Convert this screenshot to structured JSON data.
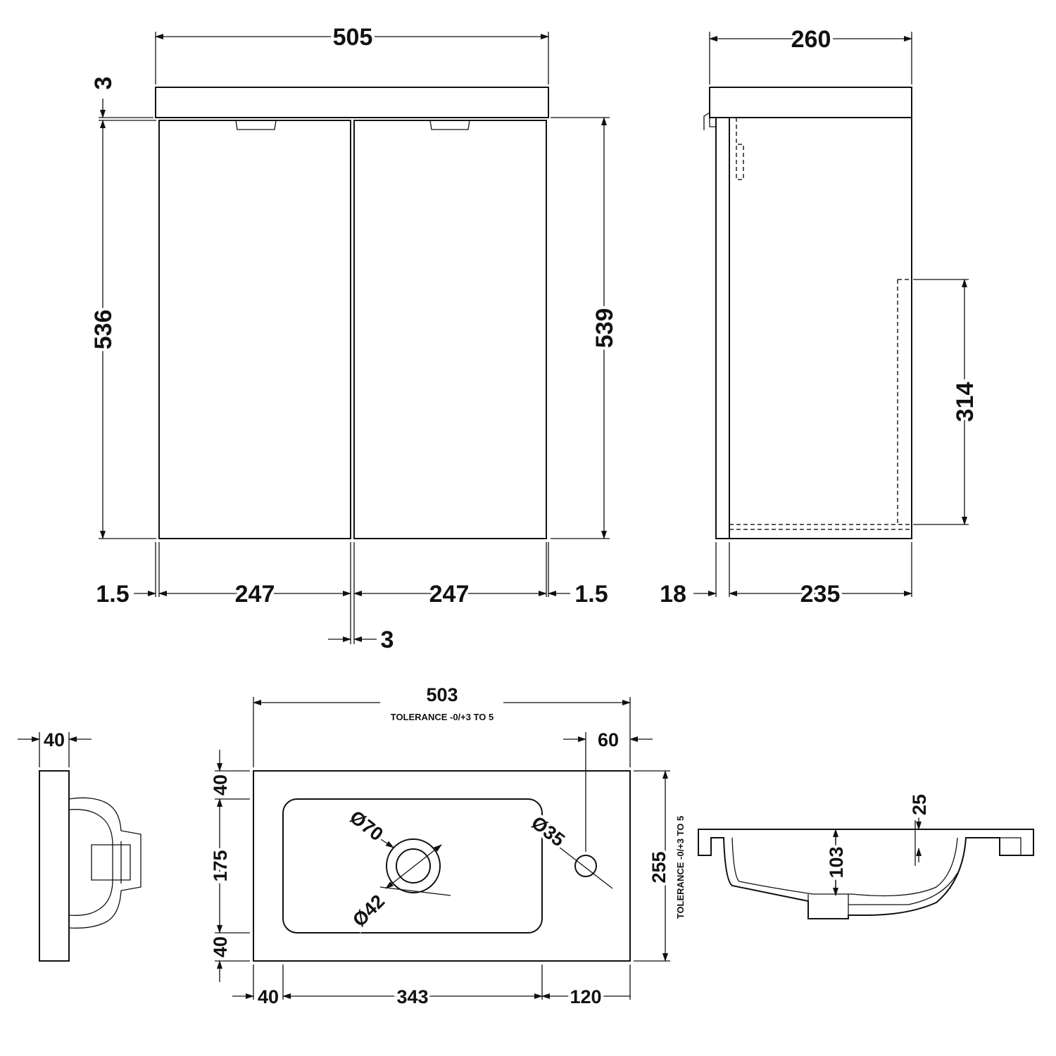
{
  "front_view": {
    "overall_width": "505",
    "top_gap": "3",
    "door_height": "536",
    "total_height": "539",
    "left_edge": "1.5",
    "left_door_width": "247",
    "right_door_width": "247",
    "right_edge": "1.5",
    "door_gap": "3"
  },
  "side_view": {
    "depth": "260",
    "internal_height": "314",
    "door_thickness": "18",
    "body_depth": "235"
  },
  "basin_plan": {
    "width": "503",
    "width_tolerance": "TOLERANCE -0/+3 TO 5",
    "tap_offset": "60",
    "top_margin": "40",
    "bowl_depth": "175",
    "bottom_margin": "40",
    "depth": "255",
    "depth_tolerance": "TOLERANCE -0/+3 TO 5",
    "outer_waste_dia": "Ø70",
    "tap_hole_dia": "Ø35",
    "inner_waste_dia": "Ø42",
    "left_margin": "40",
    "bowl_width": "343",
    "right_margin": "120"
  },
  "basin_side": {
    "thickness": "40"
  },
  "basin_section": {
    "rim_thickness": "25",
    "bowl_height": "103"
  }
}
